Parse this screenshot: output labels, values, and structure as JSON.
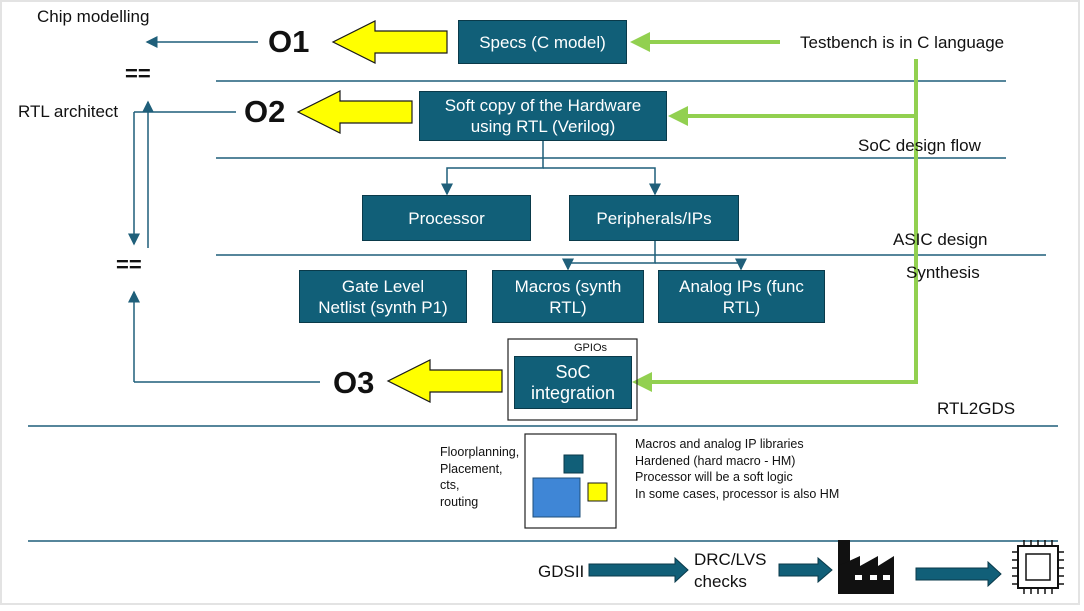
{
  "labels": {
    "chip_modelling": "Chip modelling",
    "rtl_architect": "RTL architect",
    "eq_top": "==",
    "eq_mid": "==",
    "testbench": "Testbench is in C language",
    "soc_design_flow": "SoC design flow",
    "asic_design": "ASIC design",
    "synthesis": "Synthesis",
    "rtl2gds": "RTL2GDS",
    "gpios": "GPIOs",
    "gdsii": "GDSII",
    "drc_lvs": "DRC/LVS\nchecks"
  },
  "outputs": {
    "o1": "O1",
    "o2": "O2",
    "o3": "O3"
  },
  "boxes": {
    "specs": "Specs (C model)",
    "soft_copy": "Soft copy of the Hardware\nusing RTL (Verilog)",
    "processor": "Processor",
    "peripherals": "Peripherals/IPs",
    "gate_level": "Gate Level\nNetlist (synth P1)",
    "macros": "Macros (synth\nRTL)",
    "analog": "Analog IPs (func\nRTL)",
    "soc": "SoC\nintegration"
  },
  "physical": {
    "steps": "Floorplanning,\nPlacement,\ncts,\nrouting",
    "notes": "Macros and analog IP libraries\nHardened (hard macro - HM)\nProcessor will be a soft logic\nIn some cases, processor is also HM"
  },
  "colors": {
    "box_fill": "#115f78",
    "arrow_yellow": "#ffff00",
    "arrow_green": "#92d050",
    "line": "#1f5f7a"
  },
  "icons": [
    "factory-icon",
    "chip-icon"
  ]
}
